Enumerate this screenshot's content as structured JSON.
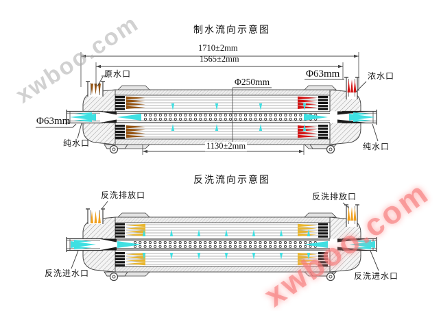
{
  "watermarks": {
    "gray": "xwboo.com",
    "red": "xwboo.com"
  },
  "colors": {
    "line": "#444444",
    "membrane": "#9a9a9a",
    "cyan": "#3fe0e2",
    "brown": "#94520f",
    "red": "#d21414",
    "yellow": "#e9b62e",
    "orange": "#f0a01e",
    "watermark_gray": "rgba(172,172,172,0.55)",
    "watermark_red": "rgba(245,118,118,0.6)"
  },
  "production": {
    "title": "制水流向示意图",
    "dims": {
      "overall": "1710±2mm",
      "shell": "1565±2mm",
      "membrane_bundle": "1130±2mm",
      "body_diameter": "Φ250mm",
      "port_top_right": "Φ63mm",
      "port_left": "Φ63mm"
    },
    "labels": {
      "raw_inlet": "原水口",
      "concentrate_outlet": "浓水口",
      "pure_outlet_left": "纯水口",
      "pure_outlet_right": "纯水口"
    }
  },
  "backwash": {
    "title": "反洗流向示意图",
    "labels": {
      "drain_left": "反洗排放口",
      "drain_right": "反洗排放口",
      "inlet_left": "反洗进水口",
      "inlet_right": "反洗进水口"
    }
  }
}
